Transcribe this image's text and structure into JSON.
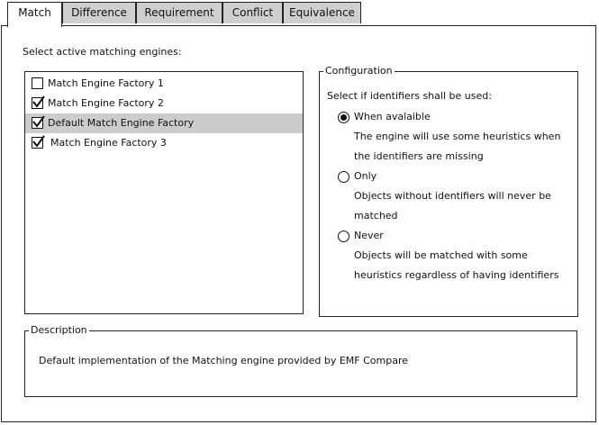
{
  "tabs": [
    {
      "label": "Match",
      "active": true
    },
    {
      "label": "Difference",
      "active": false
    },
    {
      "label": "Requirement",
      "active": false
    },
    {
      "label": "Conflict",
      "active": false
    },
    {
      "label": "Equivalence",
      "active": false
    }
  ],
  "engines": {
    "title": "Select active matching engines:",
    "items": [
      {
        "label": "Match Engine Factory 1",
        "checked": false,
        "selected": false
      },
      {
        "label": "Match Engine Factory 2",
        "checked": true,
        "selected": false
      },
      {
        "label": "Default Match Engine Factory",
        "checked": true,
        "selected": true
      },
      {
        "label": "Match Engine Factory 3",
        "checked": true,
        "selected": false
      }
    ]
  },
  "configuration": {
    "legend": "Configuration",
    "prompt": "Select if identifiers shall be used:",
    "options": [
      {
        "label": "When avalaible",
        "selected": true,
        "description": [
          "The engine will use some heuristics when",
          "the identifiers are missing"
        ]
      },
      {
        "label": "Only",
        "selected": false,
        "description": [
          "Objects without identifiers will never be",
          "matched"
        ]
      },
      {
        "label": "Never",
        "selected": false,
        "description": [
          "Objects will be matched with some",
          "heuristics regardless of having identifiers"
        ]
      }
    ]
  },
  "description": {
    "legend": "Description",
    "text": "Default implementation of the Matching engine provided by EMF Compare"
  }
}
